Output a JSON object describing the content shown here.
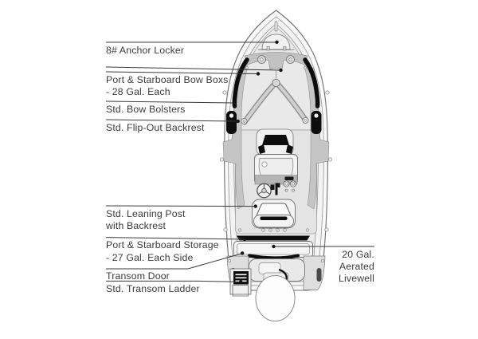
{
  "figure": {
    "kind": "boat deck layout diagram",
    "view": "top-down",
    "background": "#ffffff"
  },
  "colors": {
    "label_text": "#3b3b3b",
    "leader_line": "#3a3a3a",
    "cushion_black": "#0d0d0d",
    "panel_gray": "#c5c5c5",
    "deck_light": "#e9e9e9",
    "outline_gray": "#777777"
  },
  "callouts": [
    {
      "name": "anchor-locker",
      "lines": [
        "8# Anchor Locker"
      ]
    },
    {
      "name": "bow-boxes",
      "lines": [
        "Port & Starboard Bow Boxs",
        "- 28 Gal. Each"
      ]
    },
    {
      "name": "bow-bolsters",
      "lines": [
        "Std. Bow Bolsters"
      ]
    },
    {
      "name": "flip-out-backrest",
      "lines": [
        "Std. Flip-Out Backrest"
      ]
    },
    {
      "name": "leaning-post",
      "lines": [
        "Std. Leaning Post",
        "with Backrest"
      ]
    },
    {
      "name": "storage",
      "lines": [
        "Port & Starboard Storage",
        "- 27 Gal. Each Side"
      ]
    },
    {
      "name": "transom-door",
      "lines": [
        "Transom Door"
      ]
    },
    {
      "name": "transom-ladder",
      "lines": [
        "Std. Transom Ladder"
      ]
    },
    {
      "name": "livewell",
      "lines": [
        "20 Gal.",
        "Aerated",
        "Livewell"
      ]
    }
  ]
}
